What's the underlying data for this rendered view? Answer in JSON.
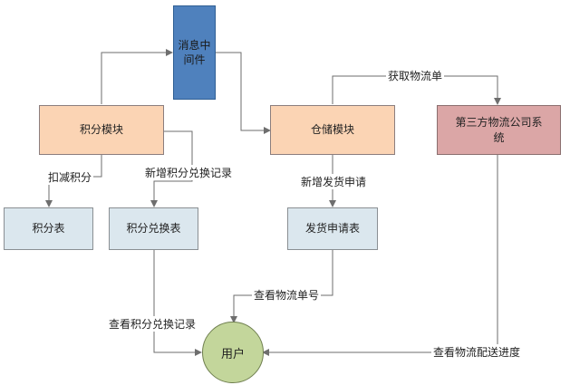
{
  "nodes": {
    "middleware": "消息中间件",
    "points_module": "积分模块",
    "warehouse_module": "仓储模块",
    "logistics_company": "第三方物流公司系统",
    "points_table": "积分表",
    "exchange_table": "积分兑换表",
    "shipment_table": "发货申请表",
    "user": "用户"
  },
  "edge_labels": {
    "get_tracking": "获取物流单",
    "deduct_points": "扣减积分",
    "add_exchange_record": "新增积分兑换记录",
    "add_shipment_request": "新增发货申请",
    "view_tracking_number": "查看物流单号",
    "view_exchange_record": "查看积分兑换记录",
    "view_delivery_progress": "查看物流配送进度"
  },
  "colors": {
    "module": "#fbd4b4",
    "middleware": "#4f81bd",
    "external": "#dba6a6",
    "table": "#dbe7ee",
    "user": "#c3d69b",
    "connector": "#6e6e6e"
  }
}
